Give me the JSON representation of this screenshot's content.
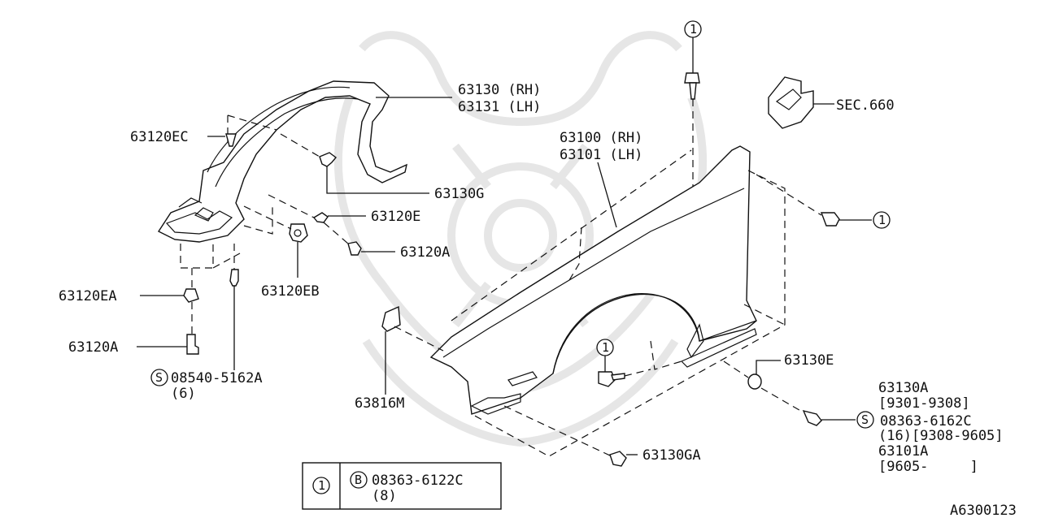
{
  "callouts": {
    "p63130": [
      "63130 (RH)",
      "63131 (LH)"
    ],
    "p63120ec": "63120EC",
    "p63130g": "63130G",
    "p63100": [
      "63100 (RH)",
      "63101 (LH)"
    ],
    "sec660": "SEC.660",
    "ref1_fender_top": "1",
    "ref1_fender_rear": "1",
    "ref1_fender_mid": "1",
    "p63120e": "63120E",
    "p63120a_upper": "63120A",
    "p63120eb": "63120EB",
    "p63120ea": "63120EA",
    "p63120a_lower": "63120A",
    "s08540": "08540-5162A",
    "s08540_qty": "(6)",
    "s_mark_1": "S",
    "s_mark_2": "S",
    "p63816m": "63816M",
    "p63130e": "63130E",
    "p63130a_block": [
      "63130A",
      "[9301-9308]",
      "08363-6162C",
      "(16)[9308-9605]",
      "63101A",
      "[9605-     ]"
    ],
    "p63130ga": "63130GA"
  },
  "legend": {
    "ref": "1",
    "mark": "B",
    "part": "08363-6122C",
    "qty": "(8)"
  },
  "diagram_code": "A6300123"
}
